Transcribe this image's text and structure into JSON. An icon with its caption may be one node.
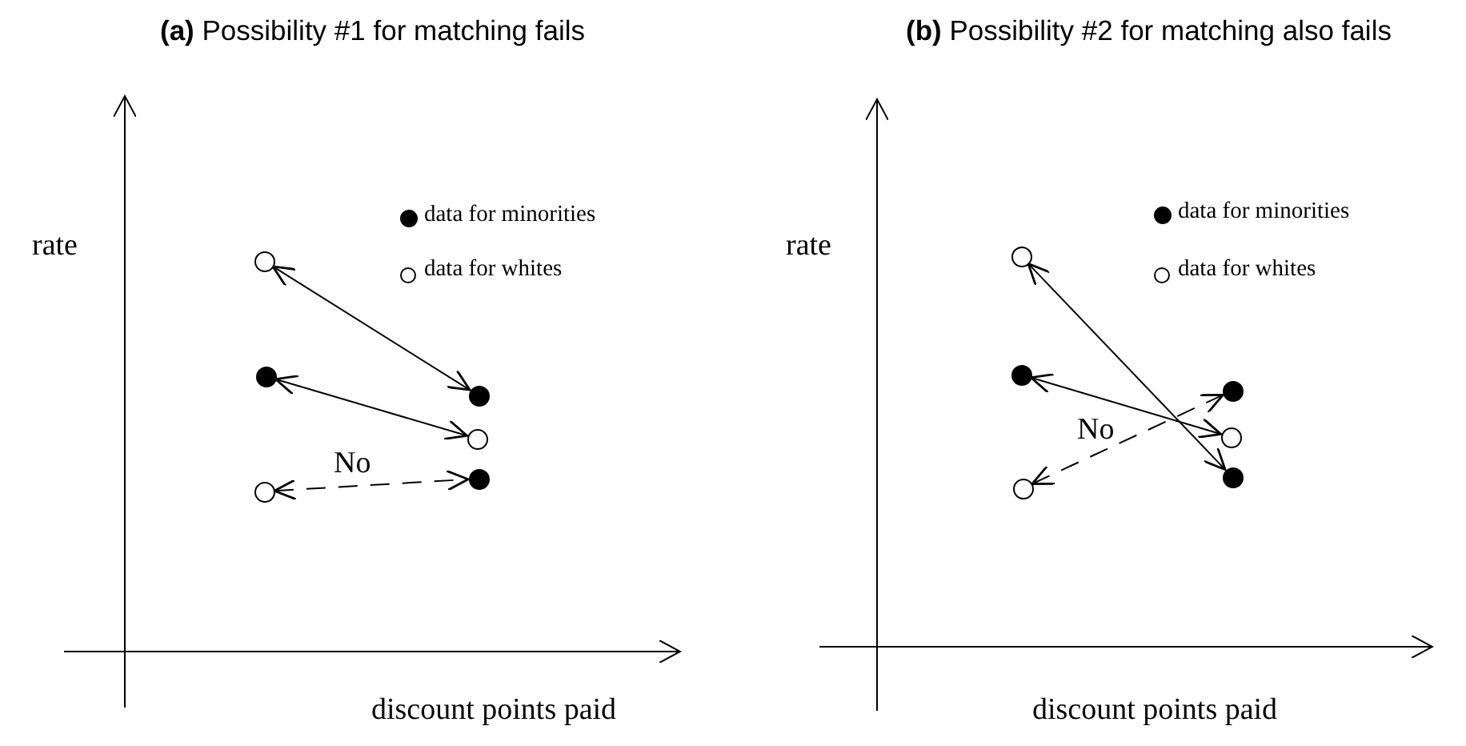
{
  "diagram": {
    "nodes": [
      {
        "text": [],
        "shape": "circle"
      },
      {
        "text": [],
        "shape": "dot"
      },
      {
        "text": [],
        "shape": "circle"
      },
      {
        "text": [],
        "shape": "dot"
      },
      {
        "text": [],
        "shape": "circle"
      },
      {
        "text": [],
        "shape": "dot"
      },
      {
        "text": [],
        "shape": "circle"
      },
      {
        "text": [],
        "shape": "dot"
      },
      {
        "text": [],
        "shape": "circle"
      },
      {
        "text": [],
        "shape": "dot"
      },
      {
        "text": [],
        "shape": "circle"
      },
      {
        "text": [],
        "shape": "dot"
      }
    ],
    "edges": [
      {
        "from": 0,
        "to": 3,
        "arrow": "both"
      },
      {
        "from": 1,
        "to": 4,
        "arrow": "both"
      },
      {
        "from": 2,
        "to": 5,
        "arrow": "both",
        "style": "dashed",
        "label": "No"
      },
      {
        "from": 6,
        "to": 11,
        "arrow": "both"
      },
      {
        "from": 7,
        "to": 10,
        "arrow": "both"
      },
      {
        "from": 8,
        "to": 9,
        "arrow": "both",
        "style": "dashed",
        "label": "No"
      }
    ],
    "labels": [
      "**(a)** Possibility #1 for matching fails",
      "**(b)** Possibility #2 for matching also fails",
      "rate",
      "rate",
      "discount points paid",
      "discount points paid"
    ],
    "legend": [
      {
        "text": "data for minorities"
      },
      {
        "text": "data for whites"
      },
      {
        "text": "data for minorities"
      },
      {
        "text": "data for whites"
      }
    ]
  }
}
